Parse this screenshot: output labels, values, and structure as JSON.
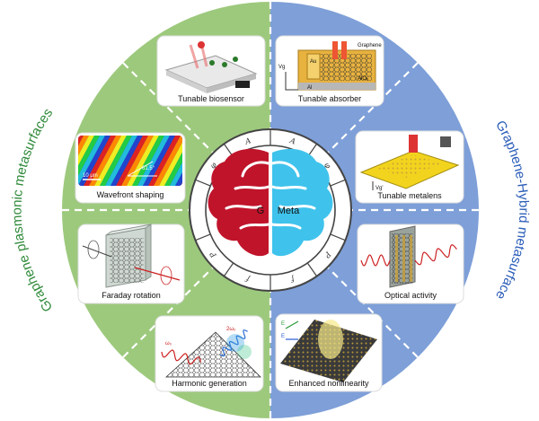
{
  "left_title": "Graphene plasmonic metasurfaces",
  "right_title": "Graphene-Hybrid metasurface",
  "brain": {
    "left": "G",
    "right": "Meta"
  },
  "ring_labels": [
    "A",
    "φ",
    "P",
    "f"
  ],
  "panels": {
    "tunable_biosensor": "Tunable biosensor",
    "wavefront_shaping": "Wavefront shaping",
    "faraday_rotation": "Faraday rotation",
    "harmonic_generation": "Harmonic generation",
    "tunable_absorber": "Tunable absorber",
    "tunable_metalens": "Tunable metalens",
    "optical_activity": "Optical activity",
    "enhanced_nonlinearity": "Enhanced nonlinearity"
  },
  "insets": {
    "absorber_graphene": "Graphene",
    "absorber_au": "Au",
    "absorber_alox": "AlOₓ",
    "absorber_al": "Al",
    "absorber_vg": "Vg",
    "wavefront_scale": "10 μm",
    "wavefront_angle": "61.5°",
    "metalens_vg": "Vg'",
    "harmonic_omega": "ω₀",
    "harmonic_2omega": "2ω₀",
    "nonlinear_field": "E",
    "nonlinear_field_2": "E"
  },
  "colors": {
    "left_half": "#9dc97d",
    "right_half": "#7e9fd8",
    "left_brain": "#c0142b",
    "right_brain": "#3fc3ec",
    "left_title": "#2f8a3a",
    "right_title": "#2a5cb8",
    "ring_line": "#444444"
  }
}
